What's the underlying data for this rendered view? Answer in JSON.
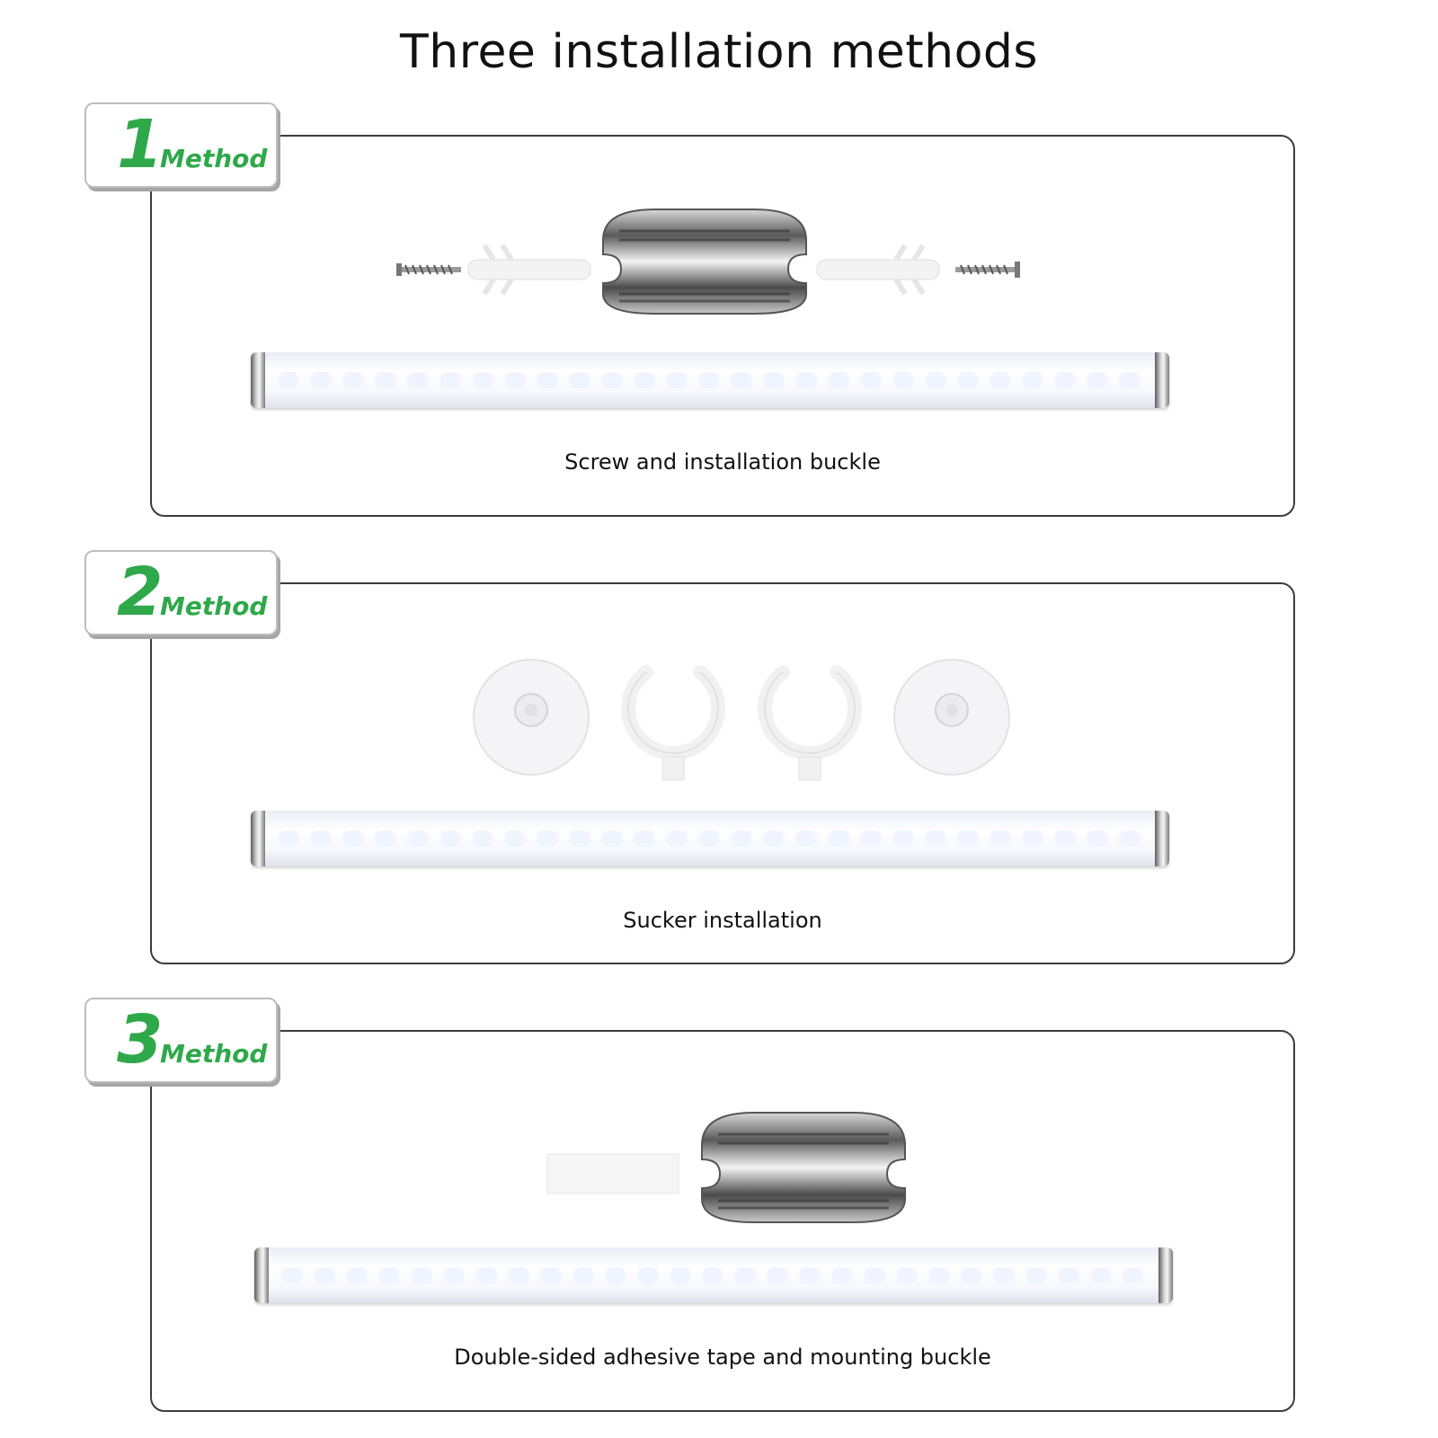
{
  "title": "Three installation methods",
  "method_word": "Method",
  "methods": [
    {
      "number": "1",
      "caption": "Screw and installation buckle"
    },
    {
      "number": "2",
      "caption": "Sucker installation"
    },
    {
      "number": "3",
      "caption": "Double-sided adhesive tape and mounting buckle"
    }
  ],
  "colors": {
    "accent_green": "#2fa84a",
    "border": "#3c3c3c"
  }
}
